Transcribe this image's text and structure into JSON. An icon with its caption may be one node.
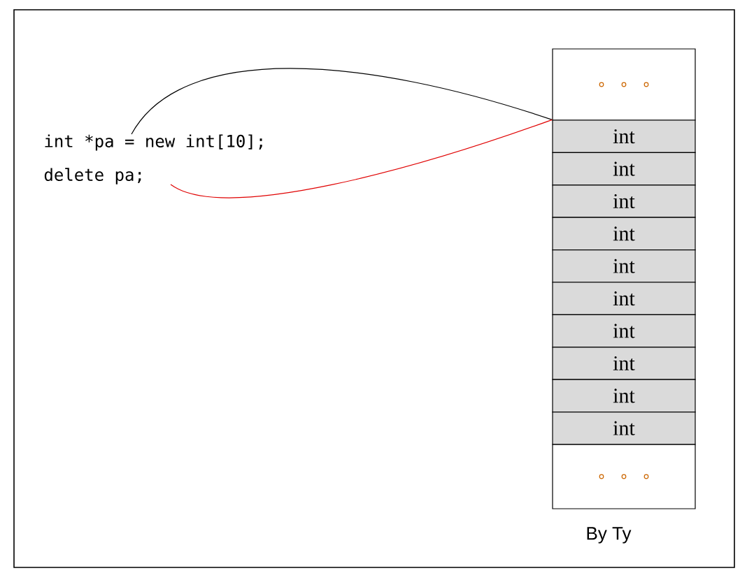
{
  "diagram": {
    "nodes": [
      {
        "text": [
          "int *pa = new int[10];"
        ]
      },
      {
        "text": [
          "delete pa;"
        ]
      },
      {
        "text": [],
        "shape": "box"
      },
      {
        "text": [
          "int"
        ]
      },
      {
        "text": [
          "int"
        ]
      },
      {
        "text": [
          "int"
        ]
      },
      {
        "text": [
          "int"
        ]
      },
      {
        "text": [
          "int"
        ]
      },
      {
        "text": [
          "int"
        ]
      },
      {
        "text": [
          "int"
        ]
      },
      {
        "text": [
          "int"
        ]
      },
      {
        "text": [
          "int"
        ]
      },
      {
        "text": [
          "int"
        ]
      },
      {
        "text": [],
        "shape": "box"
      }
    ],
    "edges": [
      {
        "from": 0,
        "to": 3,
        "arrow": "none"
      },
      {
        "from": 1,
        "to": 3,
        "arrow": "none",
        "color": "#e00000"
      }
    ],
    "labels": [
      "By Ty"
    ]
  }
}
